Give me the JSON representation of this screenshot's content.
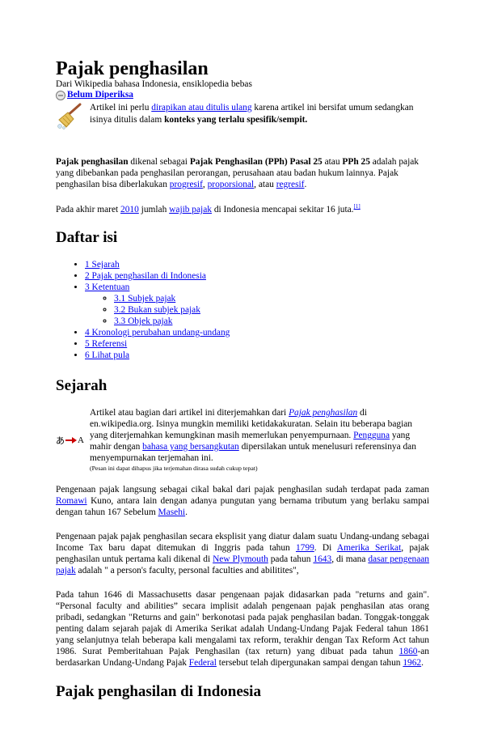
{
  "title": "Pajak penghasilan",
  "subtitle": "Dari Wikipedia bahasa Indonesia, ensiklopedia bebas",
  "review_link": "Belum Diperiksa",
  "cleanup": {
    "pre": "Artikel ini perlu ",
    "link": "dirapikan atau ditulis ulang",
    "mid": " karena artikel ini bersifat umum sedangkan isinya ditulis dalam ",
    "bold": "konteks yang terlalu spesifik/sempit."
  },
  "intro": {
    "b1": "Pajak penghasilan",
    "t1": " dikenal sebagai ",
    "b2": "Pajak Penghasilan (PPh) Pasal 25",
    "t2": " atau ",
    "b3": "PPh 25",
    "t3": " adalah pajak yang dibebankan pada penghasilan perorangan, perusahaan atau badan hukum lainnya. Pajak penghasilan bisa diberlakukan ",
    "l1": "progresif",
    "t4": ", ",
    "l2": "proporsional",
    "t5": ", atau ",
    "l3": "regresif",
    "t6": "."
  },
  "para2": {
    "t1": "Pada akhir maret ",
    "l1": "2010",
    "t2": " jumlah ",
    "l2": "wajib pajak",
    "t3": " di Indonesia mencapai sekitar 16 juta.",
    "ref": "[1]"
  },
  "toc_heading": "Daftar isi",
  "toc": [
    "1 Sejarah",
    "2 Pajak penghasilan di Indonesia",
    "3 Ketentuan",
    "3.1 Subjek pajak",
    "3.2 Bukan subjek pajak",
    "3.3 Objek pajak",
    "4 Kronologi perubahan undang-undang",
    "5 Referensi",
    "6 Lihat pula"
  ],
  "h_sejarah": "Sejarah",
  "translation": {
    "icon_left": "あ",
    "icon_right": "A",
    "t1": "Artikel atau bagian dari artikel ini diterjemahkan dari ",
    "l1": "Pajak penghasilan",
    "t2": " di en.wikipedia.org. Isinya mungkin memiliki ketidakakuratan. Selain itu beberapa bagian yang diterjemahkan kemungkinan masih memerlukan penyempurnaan. ",
    "l2": "Pengguna",
    "t3": " yang mahir dengan ",
    "l3": "bahasa yang bersangkutan",
    "t4": " dipersilakan untuk menelusuri referensinya dan menyempurnakan terjemahan ini.",
    "small": "(Pesan ini dapat dihapus jika terjemahan dirasa sudah cukup tepat)"
  },
  "s1": {
    "t1": "Pengenaan pajak langsung sebagai cikal bakal dari pajak penghasilan sudah terdapat pada zaman ",
    "l1": "Romawi",
    "t2": " Kuno, antara lain dengan adanya pungutan yang bernama tributum yang berlaku sampai dengan tahun 167 Sebelum ",
    "l2": "Masehi",
    "t3": "."
  },
  "s2": {
    "t1": "Pengenaan pajak pajak penghasilan secara eksplisit yang diatur dalam suatu Undang-undang sebagai Income Tax baru dapat ditemukan di Inggris pada tahun ",
    "l1": "1799",
    "t2": ". Di ",
    "l2": "Amerika Serikat",
    "t3": ", pajak penghasilan untuk pertama kali dikenal di ",
    "l3": "New Plymouth",
    "t4": " pada tahun ",
    "l4": "1643",
    "t5": ", di mana ",
    "l5": "dasar pengenaan pajak",
    "t6": " adalah \" a person's faculty, personal faculties and abilitites\","
  },
  "s3": {
    "t1": "Pada tahun 1646 di Massachusetts dasar pengenaan pajak didasarkan pada \"returns and gain\". “Personal faculty and abilities” secara implisit adalah pengenaan pajak penghasilan atas orang pribadi, sedangkan \"Returns and gain\" berkonotasi pada pajak penghasilan badan. Tonggak-tonggak penting dalam sejarah pajak di Amerika Serikat adalah Undang-Undang Pajak Federal tahun 1861 yang selanjutnya telah beberapa kali mengalami tax reform, terakhir dengan Tax Reform Act tahun 1986. Surat Pemberitahuan Pajak Penghasilan (tax return) yang dibuat pada tahun ",
    "l1": "1860",
    "t2": "-an berdasarkan Undang-Undang Pajak ",
    "l2": "Federal",
    "t3": " tersebut telah dipergunakan sampai dengan tahun ",
    "l3": "1962",
    "t4": "."
  },
  "h_indonesia": "Pajak penghasilan di Indonesia",
  "colors": {
    "link": "#0000ee",
    "text": "#000000",
    "background": "#ffffff"
  },
  "icons": [
    "unreviewed-circle-icon",
    "broom-icon",
    "translation-icon",
    "arrow-right-icon"
  ]
}
